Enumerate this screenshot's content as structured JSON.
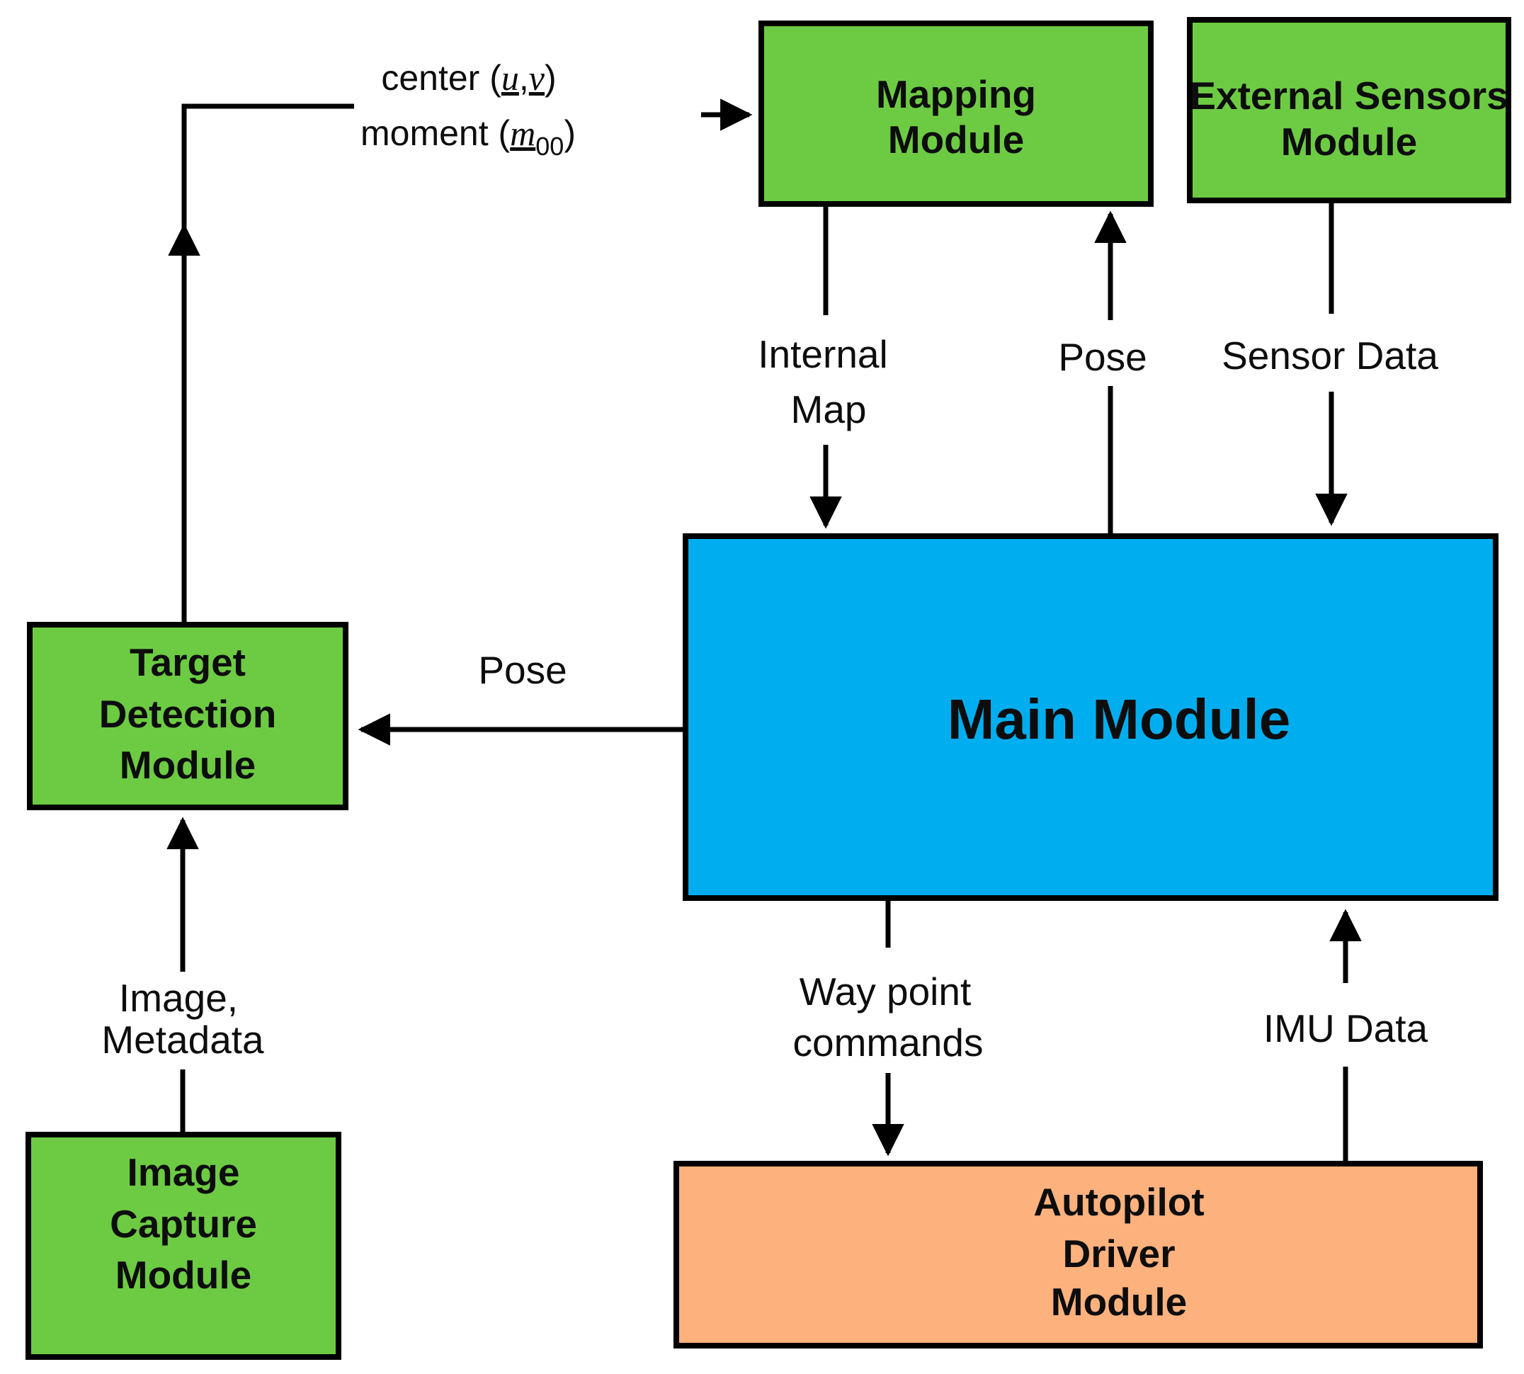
{
  "colors": {
    "green": "#6DCB43",
    "blue": "#00AEEF",
    "orange": "#FDB17D",
    "line": "#000000",
    "background": "#FFFFFF"
  },
  "boxes": {
    "mapping": {
      "lines": [
        "Mapping",
        "Module"
      ]
    },
    "external_sensors": {
      "lines": [
        "External Sensors",
        "Module"
      ]
    },
    "main": {
      "lines": [
        "Main Module"
      ]
    },
    "target_detection": {
      "lines": [
        "Target",
        "Detection",
        "Module"
      ]
    },
    "image_capture": {
      "lines": [
        "Image",
        "Capture",
        "Module"
      ]
    },
    "autopilot": {
      "lines": [
        "Autopilot",
        "Driver",
        "Module"
      ]
    }
  },
  "edge_labels": {
    "center_moment": {
      "line1": {
        "pre": "center (",
        "var1": "u",
        "comma": ",",
        "var2": "v",
        "close": ")"
      },
      "line2": {
        "pre": "moment (",
        "var": "m",
        "sub": "00",
        "close": ")"
      }
    },
    "internal_map": [
      "Internal",
      "Map"
    ],
    "pose_to_mapping": "Pose",
    "sensor_data": "Sensor Data",
    "pose_to_target": "Pose",
    "image_metadata": [
      "Image,",
      "Metadata"
    ],
    "waypoint_commands": [
      "Way point",
      "commands"
    ],
    "imu_data": "IMU Data"
  }
}
